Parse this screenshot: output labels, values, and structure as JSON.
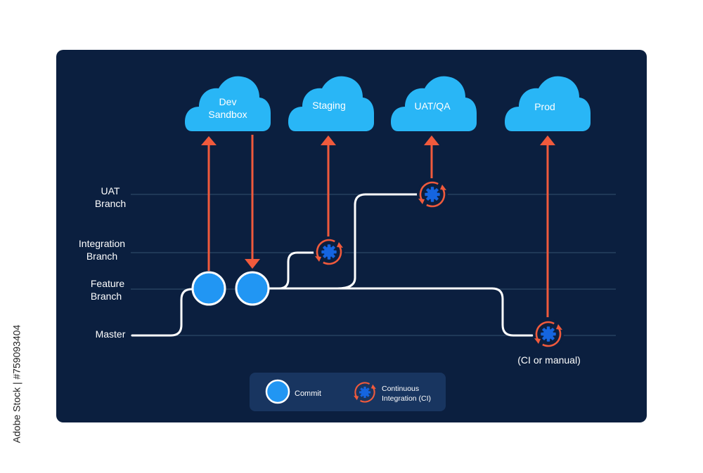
{
  "clouds": [
    {
      "id": "dev",
      "lines": [
        "Dev",
        "Sandbox"
      ]
    },
    {
      "id": "staging",
      "lines": [
        "Staging"
      ]
    },
    {
      "id": "uat",
      "lines": [
        "UAT/QA"
      ]
    },
    {
      "id": "prod",
      "lines": [
        "Prod"
      ]
    }
  ],
  "branches": [
    {
      "id": "uat",
      "lines": [
        "UAT",
        "Branch"
      ]
    },
    {
      "id": "integration",
      "lines": [
        "Integration",
        "Branch"
      ]
    },
    {
      "id": "feature",
      "lines": [
        "Feature",
        "Branch"
      ]
    },
    {
      "id": "master",
      "lines": [
        "Master"
      ]
    }
  ],
  "ci_note": "(CI or manual)",
  "legend": {
    "commit_label": "Commit",
    "ci_label_line1": "Continuous",
    "ci_label_line2": "Integration  (CI)"
  },
  "watermark": "Adobe Stock | #759093404",
  "colors": {
    "panel_bg": "#0b1f3f",
    "cloud": "#29b6f6",
    "commit": "#2196f3",
    "arrow": "#f05a3c",
    "gear": "#1565e0",
    "line": "#ffffff",
    "guide": "#33506f",
    "legend_bg": "#183560"
  }
}
